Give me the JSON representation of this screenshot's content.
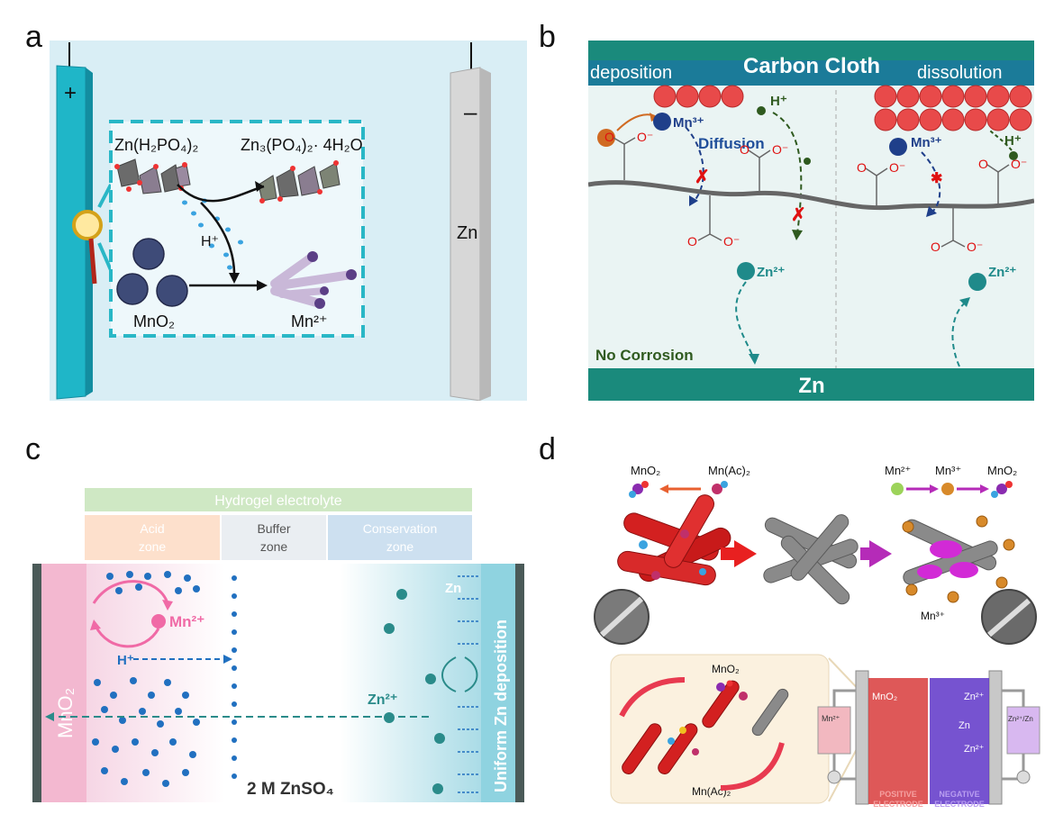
{
  "panels": {
    "a": {
      "letter": "a",
      "plus": "+",
      "minus": "–",
      "zn_salt_1": "Zn(H₂PO₄)₂",
      "zn_salt_2": "Zn₃(PO₄)₂· 4H₂O",
      "proton": "H⁺",
      "mno2": "MnO₂",
      "mn2": "Mn²⁺",
      "zn_electrode": "Zn"
    },
    "b": {
      "letter": "b",
      "top_bar": "Carbon Cloth",
      "left_label": "deposition",
      "right_label": "dissolution",
      "mn3_left": "Mn³⁺",
      "mn3_right": "Mn³⁺",
      "h_left": "H⁺",
      "h_right": "H⁺",
      "diffusion": "Diffusion",
      "zn2_left": "Zn²⁺",
      "zn2_right": "Zn²⁺",
      "carboxylate": "O⁻",
      "carbonyl": "O",
      "no_corrosion": "No Corrosion",
      "bottom_bar": "Zn"
    },
    "c": {
      "letter": "c",
      "hydrogel": "Hydrogel electrolyte",
      "acid_zone_1": "Acid",
      "acid_zone_2": "zone",
      "buffer_zone_1": "Buffer",
      "buffer_zone_2": "zone",
      "conservation_zone_1": "Conservation",
      "conservation_zone_2": "zone",
      "mno2_side": "MnO₂",
      "mn2": "Mn²⁺",
      "proton": "H⁺",
      "zn2_mid": "Zn²⁺",
      "zn_top": "Zn",
      "electrolyte": "2 M ZnSO₄",
      "uniform_zn": "Uniform Zn deposition"
    },
    "d": {
      "letter": "d",
      "mno2_left": "MnO₂",
      "mnac2": "Mn(Ac)₂",
      "mn2_right": "Mn²⁺",
      "mn3_right": "Mn³⁺",
      "mno2_right": "MnO₂",
      "mn3_below": "Mn³⁺",
      "inset_mno2": "MnO₂",
      "inset_mnac": "Mn(Ac)₂",
      "cell_mno2": "MnO₂",
      "cell_zn2_a": "Zn²⁺",
      "cell_zn": "Zn",
      "cell_zn2_b": "Zn²⁺",
      "positive_1": "POSITIVE",
      "positive_2": "ELECTRODE",
      "negative_1": "NEGATIVE",
      "negative_2": "ELECTRODE",
      "tank_left": "Mn²⁺",
      "tank_right": "Zn²⁺/Zn"
    }
  },
  "colors": {
    "teal": "#1a8a7c",
    "navy": "#1f4e9a",
    "cyan": "#22b9cc",
    "pink": "#f06aa6",
    "red": "#d82a2a",
    "magenta": "#b52bb8",
    "dot_blue": "#2170c0",
    "zn_ion": "#2a8b8a"
  }
}
